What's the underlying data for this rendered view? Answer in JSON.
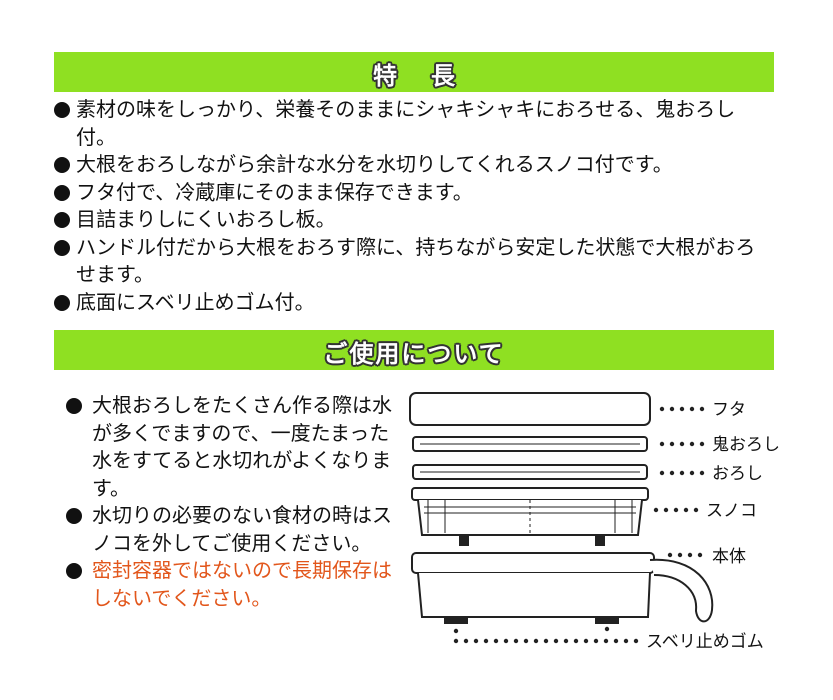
{
  "banners": {
    "features": "特長",
    "usage": "ご使用について"
  },
  "features": [
    "素材の味をしっかり、栄養そのままにシャキシャキにおろせる、鬼おろし付。",
    "大根をおろしながら余計な水分を水切りしてくれるスノコ付です。",
    "フタ付で、冷蔵庫にそのまま保存できます。",
    "目詰まりしにくいおろし板。",
    "ハンドル付だから大根をおろす際に、持ちながら安定した状態で大根がおろせます。",
    "底面にスベリ止めゴム付。"
  ],
  "usage": [
    "大根おろしをたくさん作る際は水が多くでますので、一度たまった水をすてると水切れがよくなります。",
    "水切りの必要のない食材の時はスノコを外してご使用ください。",
    "密封容器ではないので長期保存はしないでください。"
  ],
  "diagram_labels": {
    "lid": "フタ",
    "oni_oroshi": "鬼おろし",
    "oroshi": "おろし",
    "sunoko": "スノコ",
    "body": "本体",
    "rubber": "スベリ止めゴム"
  },
  "colors": {
    "banner": "#8fe022",
    "warning_text": "#e2561b"
  }
}
